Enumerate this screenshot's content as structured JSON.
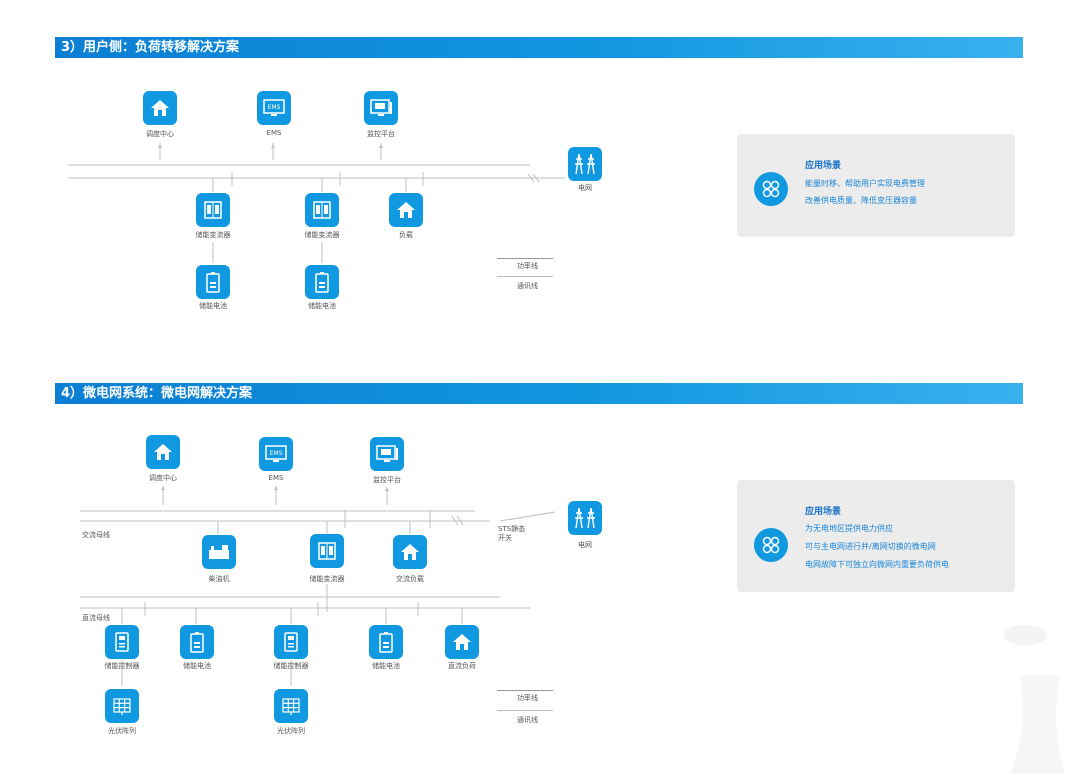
{
  "section3": {
    "title": "3）用户侧：负荷转移解决方案",
    "top": {
      "dispatch": "调度中心",
      "ems": "EMS",
      "monitor": "监控平台"
    },
    "grid": "电网",
    "bottom": {
      "pcs1": "储能变流器",
      "pcs2": "储能变流器",
      "load": "负载",
      "bat1": "储能电池",
      "bat2": "储能电池"
    },
    "legend": {
      "power": "功率线",
      "comm": "通讯线"
    },
    "card": {
      "title": "应用场景",
      "lines": [
        "能量时移、帮助用户实现电费管理",
        "改善供电质量、降低变压器容量"
      ]
    }
  },
  "section4": {
    "title": "4）微电网系统：微电网解决方案",
    "top": {
      "dispatch": "调度中心",
      "ems": "EMS",
      "monitor": "监控平台"
    },
    "ac_bus": "交流母线",
    "dc_bus": "直流母线",
    "sts": "STS静态\n开关",
    "grid": "电网",
    "mid": {
      "diesel": "柴油机",
      "pcs": "储能变流器",
      "ac_load": "交流负载"
    },
    "bottom": {
      "ctrl1": "储能控制器",
      "bat1": "储能电池",
      "ctrl2": "储能控制器",
      "bat2": "储能电池",
      "dc_load": "直流负荷"
    },
    "pv": {
      "pv1": "光伏阵列",
      "pv2": "光伏阵列"
    },
    "legend": {
      "power": "功率线",
      "comm": "通讯线"
    },
    "card": {
      "title": "应用场景",
      "lines": [
        "为无电地区提供电力供应",
        "可与主电网进行并/离网切换的微电网",
        "电网故障下可独立向微网内重要负荷供电"
      ]
    }
  },
  "colors": {
    "accent": "#1098e0",
    "header": "#0b7fd3",
    "card_bg": "#ececec",
    "card_text": "#1a86d8"
  }
}
